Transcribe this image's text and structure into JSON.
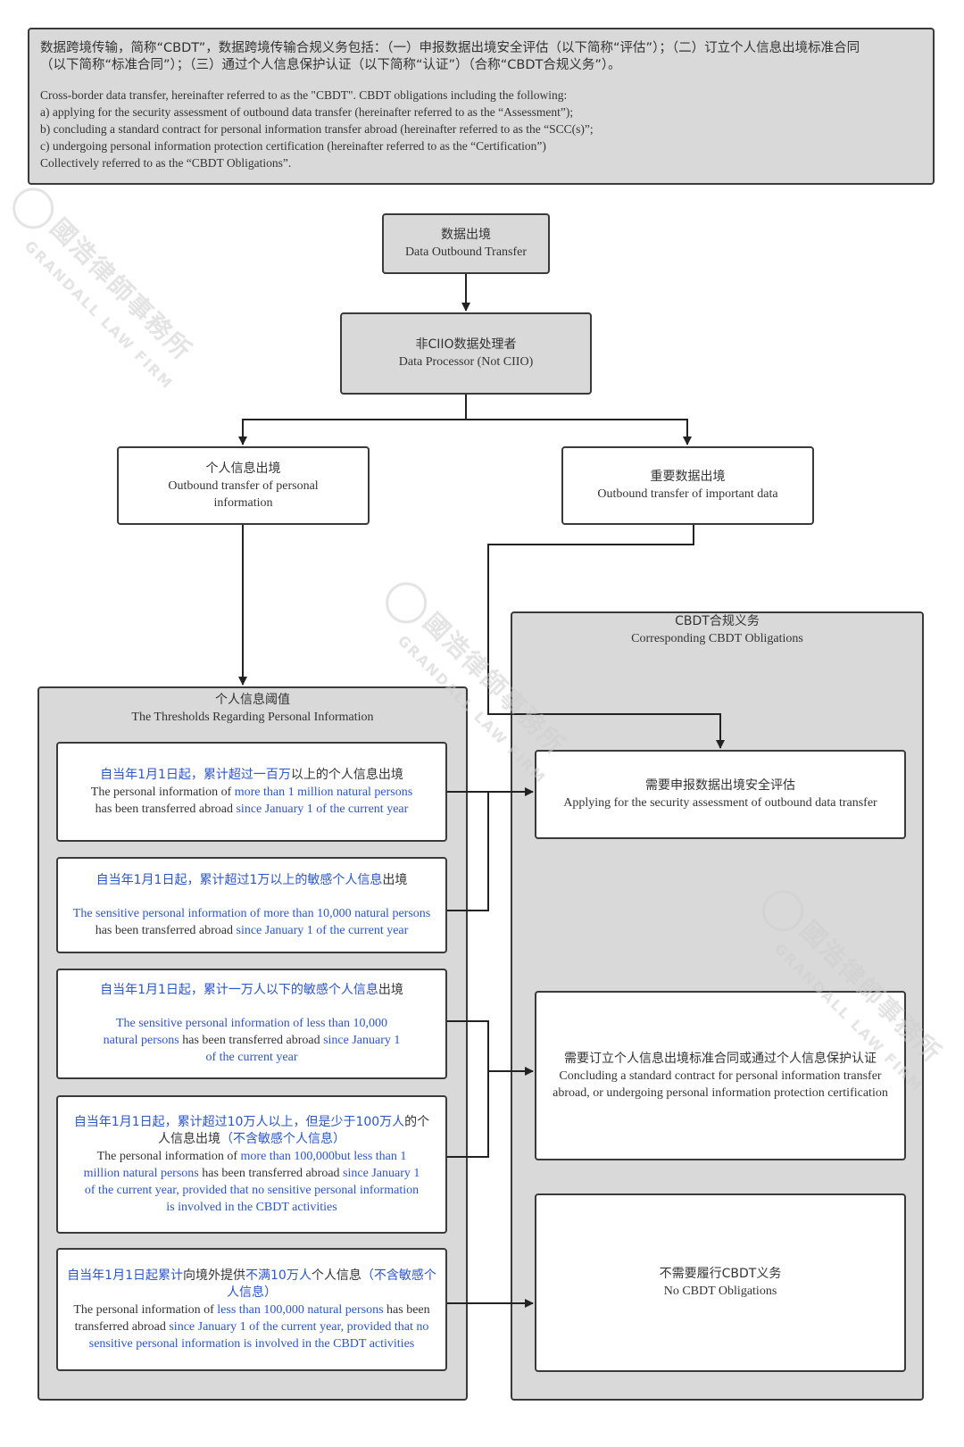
{
  "intro": {
    "zh_line1": "数据跨境传输，简称“CBDT”，数据跨境传输合规义务包括：（一）申报数据出境安全评估（以下简称“评估”）；（二）订立个人信息出境标准合同",
    "zh_line2": "（以下简称“标准合同”）；（三）通过个人信息保护认证（以下简称“认证”）（合称“CBDT合规义务”）。",
    "en_lines": [
      "Cross-border data transfer, hereinafter referred to as the \"CBDT\". CBDT obligations including the following:",
      "a) applying for the security assessment of outbound data transfer (hereinafter referred to as the “Assessment”);",
      "b) concluding a standard contract for personal information transfer abroad (hereinafter referred to as the “SCC(s)”;",
      "c) undergoing personal information protection certification (hereinafter referred to as the “Certification”)",
      "Collectively referred to as the “CBDT Obligations”."
    ]
  },
  "nodes": {
    "outbound": {
      "zh": "数据出境",
      "en": "Data Outbound Transfer"
    },
    "processor": {
      "zh": "非CIIO数据处理者",
      "en": "Data Processor (Not CIIO)"
    },
    "personal": {
      "zh": "个人信息出境",
      "en": "Outbound transfer of personal information"
    },
    "important": {
      "zh": "重要数据出境",
      "en": "Outbound transfer of important data"
    }
  },
  "thresholds_group": {
    "zh": "个人信息阈值",
    "en": "The Thresholds Regarding Personal Information"
  },
  "obligations_group": {
    "zh": "CBDT合规义务",
    "en": "Corresponding CBDT Obligations"
  },
  "thresholds": [
    {
      "zh": [
        {
          "t": "自当年1月1日起，累计超过一百万",
          "c": "blue"
        },
        {
          "t": "以上的个人信息出境",
          "c": "dark"
        }
      ],
      "en": [
        {
          "t": "The personal information of ",
          "c": "dark"
        },
        {
          "t": "more than 1 million  natural persons",
          "c": "blue"
        },
        {
          "t": " has been transferred abroad  ",
          "c": "dark"
        },
        {
          "t": "since  January 1 of the current year",
          "c": "blue"
        }
      ]
    },
    {
      "zh": [
        {
          "t": "自当年1月1日起，累计超过1万以上的敏感个人信息",
          "c": "blue"
        },
        {
          "t": "出境",
          "c": "dark"
        }
      ],
      "en": [
        {
          "t": "The sensitive personal information of more than 10,000 natural persons",
          "c": "blue"
        },
        {
          "t": " has been transferred abroad ",
          "c": "dark"
        },
        {
          "t": "since January 1 of the current year",
          "c": "blue"
        }
      ]
    },
    {
      "zh": [
        {
          "t": "自当年1月1日起，累计一万人以下的敏感个人信息",
          "c": "blue"
        },
        {
          "t": "出境",
          "c": "dark"
        }
      ],
      "en": [
        {
          "t": "The sensitive personal information of less than 10,000 natural persons",
          "c": "blue"
        },
        {
          "t": " has been transferred abroad ",
          "c": "dark"
        },
        {
          "t": "since January 1 of the current year",
          "c": "blue"
        }
      ]
    },
    {
      "zh": [
        {
          "t": "自当年1月1日起，累计超过10万人以上，但是少于100万人",
          "c": "blue"
        },
        {
          "t": "的个人信息出境",
          "c": "dark"
        },
        {
          "t": "（不含敏感个人信息）",
          "c": "blue"
        }
      ],
      "en": [
        {
          "t": "The personal information of ",
          "c": "dark"
        },
        {
          "t": "more than 100,000but  less than 1 million  natural persons",
          "c": "blue"
        },
        {
          "t": " has been transferred abroad ",
          "c": "dark"
        },
        {
          "t": "since January 1 of the current year, provided that no sensitive personal information is involved in the CBDT activities",
          "c": "blue"
        }
      ]
    },
    {
      "zh": [
        {
          "t": "自当年1月1日起累计",
          "c": "blue"
        },
        {
          "t": "向境外提供",
          "c": "dark"
        },
        {
          "t": "不满10万人",
          "c": "blue"
        },
        {
          "t": "个人信息",
          "c": "dark"
        },
        {
          "t": "（不含敏感个人信息）",
          "c": "blue"
        }
      ],
      "en": [
        {
          "t": "The personal information of ",
          "c": "dark"
        },
        {
          "t": "less than 100,000 natural persons",
          "c": "blue"
        },
        {
          "t": " has been transferred abroad ",
          "c": "dark"
        },
        {
          "t": "since January 1 of the current year, provided that no sensitive personal information is involved in the CBDT activities",
          "c": "blue"
        }
      ]
    }
  ],
  "obligations": [
    {
      "zh": "需要申报数据出境安全评估",
      "en": "Applying for the security assessment of outbound data transfer"
    },
    {
      "zh": "需要订立个人信息出境标准合同或通过个人信息保护认证",
      "en": "Concluding a standard contract for personal information transfer abroad, or undergoing personal information protection certification"
    },
    {
      "zh": "不需要履行CBDT义务",
      "en": "No CBDT Obligations"
    }
  ],
  "watermark": {
    "cn": "國浩律師事務所",
    "en": "GRANDALL LAW FIRM"
  },
  "colors": {
    "border": "#3a3a3a",
    "gray_fill": "#d9d9d9",
    "blue_text": "#2b55cc"
  }
}
